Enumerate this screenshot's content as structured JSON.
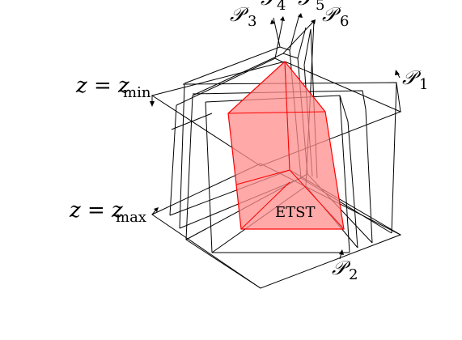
{
  "figure": {
    "labels": {
      "z_min": "z = z",
      "z_min_sub": "min",
      "z_max": "z = z",
      "z_max_sub": "max",
      "p1": "𝒫",
      "p1_sub": "1",
      "p2": "𝒫",
      "p2_sub": "2",
      "p3": "𝒫",
      "p3_sub": "3",
      "p4": "𝒫",
      "p4_sub": "4",
      "p5": "𝒫",
      "p5_sub": "5",
      "p6": "𝒫",
      "p6_sub": "6",
      "region": "ETST"
    },
    "colors": {
      "line": "#000000",
      "region_fill": "#ff8c8c",
      "region_stroke": "#ff0000"
    }
  }
}
